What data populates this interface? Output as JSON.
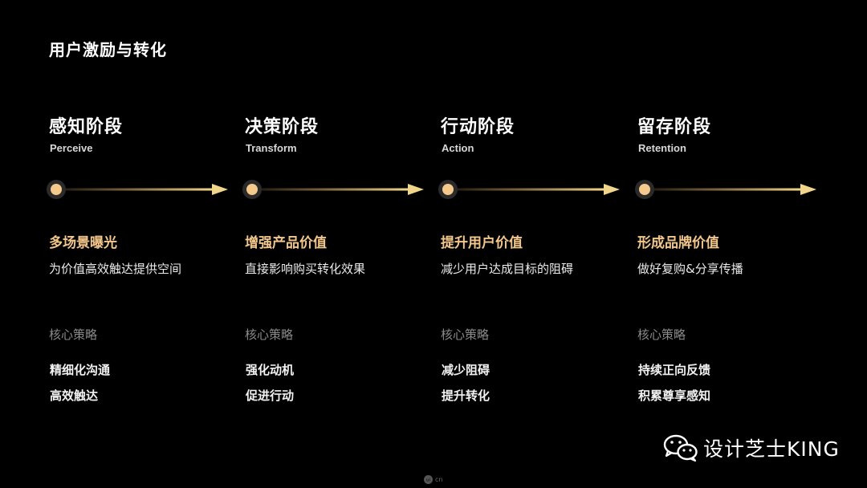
{
  "title": "用户激励与转化",
  "stages": [
    {
      "name_zh": "感知阶段",
      "name_en": "Perceive",
      "highlight": "多场景曝光",
      "description": "为价值高效触达提供空间",
      "strategy_label": "核心策略",
      "strategies": [
        "精细化沟通",
        "高效触达"
      ]
    },
    {
      "name_zh": "决策阶段",
      "name_en": "Transform",
      "highlight": "增强产品价值",
      "description": "直接影响购买转化效果",
      "strategy_label": "核心策略",
      "strategies": [
        "强化动机",
        "促进行动"
      ]
    },
    {
      "name_zh": "行动阶段",
      "name_en": "Action",
      "highlight": "提升用户价值",
      "description": "减少用户达成目标的阻碍",
      "strategy_label": "核心策略",
      "strategies": [
        "减少阻碍",
        "提升转化"
      ]
    },
    {
      "name_zh": "留存阶段",
      "name_en": "Retention",
      "highlight": "形成品牌价值",
      "description": "做好复购&分享传播",
      "strategy_label": "核心策略",
      "strategies": [
        "持续正向反馈",
        "积累尊享感知"
      ]
    }
  ],
  "colors": {
    "accent": "#f3c68b",
    "arrow": "#f0d58a",
    "dot": "#f5c98c"
  },
  "watermark": {
    "text": "设计芝士KING",
    "icon": "wechat-icon"
  },
  "badge": {
    "text": "cn",
    "icon": "ui-logo-icon"
  }
}
